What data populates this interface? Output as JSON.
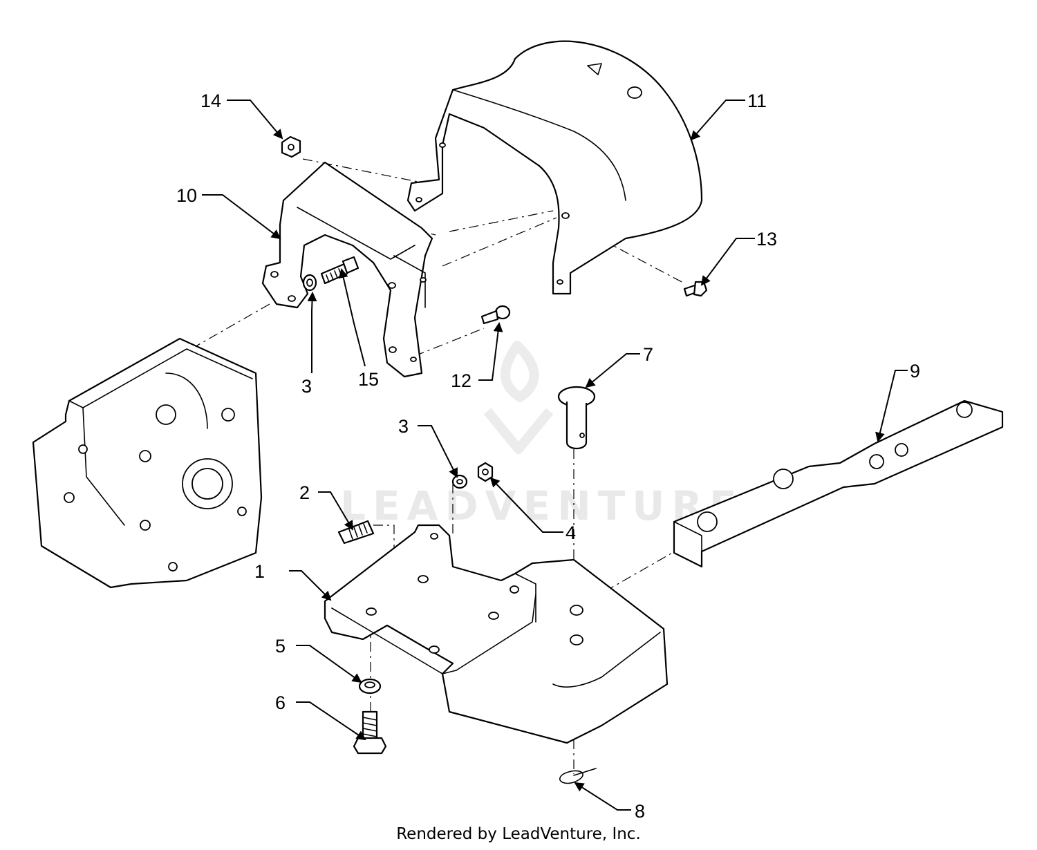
{
  "callouts": [
    {
      "id": "1",
      "label": "1"
    },
    {
      "id": "2",
      "label": "2"
    },
    {
      "id": "3a",
      "label": "3"
    },
    {
      "id": "3b",
      "label": "3"
    },
    {
      "id": "4",
      "label": "4"
    },
    {
      "id": "5",
      "label": "5"
    },
    {
      "id": "6",
      "label": "6"
    },
    {
      "id": "7",
      "label": "7"
    },
    {
      "id": "8",
      "label": "8"
    },
    {
      "id": "9",
      "label": "9"
    },
    {
      "id": "10",
      "label": "10"
    },
    {
      "id": "11",
      "label": "11"
    },
    {
      "id": "12",
      "label": "12"
    },
    {
      "id": "13",
      "label": "13"
    },
    {
      "id": "14",
      "label": "14"
    },
    {
      "id": "15",
      "label": "15"
    }
  ],
  "watermark": {
    "brand": "LEADVENTURE",
    "logo_icon": "flame-chevron-logo-icon"
  },
  "footer": {
    "credit": "Rendered by LeadVenture, Inc."
  }
}
